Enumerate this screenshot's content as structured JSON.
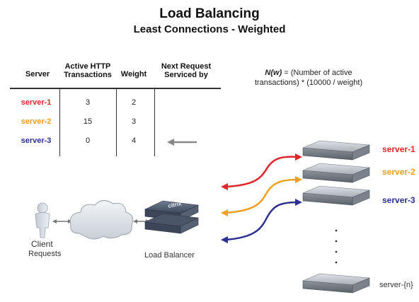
{
  "title": "Load Balancing",
  "subtitle": "Least Connections - Weighted",
  "table": {
    "headers": {
      "server": "Server",
      "active_line1": "Active HTTP",
      "active_line2": "Transactions",
      "weight": "Weight",
      "next_line1": "Next Request",
      "next_line2": "Serviced by"
    },
    "rows": [
      {
        "server": "server-1",
        "active": "3",
        "weight": "2",
        "color": "#e0262b"
      },
      {
        "server": "server-2",
        "active": "15",
        "weight": "3",
        "color": "#f0a020"
      },
      {
        "server": "server-3",
        "active": "0",
        "weight": "4",
        "color": "#2b2f8f"
      }
    ]
  },
  "formula": {
    "lhs": "N(w)",
    "rhs_line1": " = (Number of active",
    "rhs_line2": "transactions) * (10000 / weight)"
  },
  "client": {
    "line1": "Client",
    "line2": "Requests"
  },
  "load_balancer": {
    "label": "Load Balancer",
    "brand": "citrix"
  },
  "servers": [
    {
      "label": "server-1",
      "color": "#e0262b"
    },
    {
      "label": "server-2",
      "color": "#f0a020"
    },
    {
      "label": "server-3",
      "color": "#2b2f8f"
    },
    {
      "label": "server-{n}",
      "color": "#333333"
    }
  ],
  "colors": {
    "red": "#e0262b",
    "orange": "#f0a020",
    "blue": "#2b2f8f",
    "gray_arrow": "#888888"
  }
}
